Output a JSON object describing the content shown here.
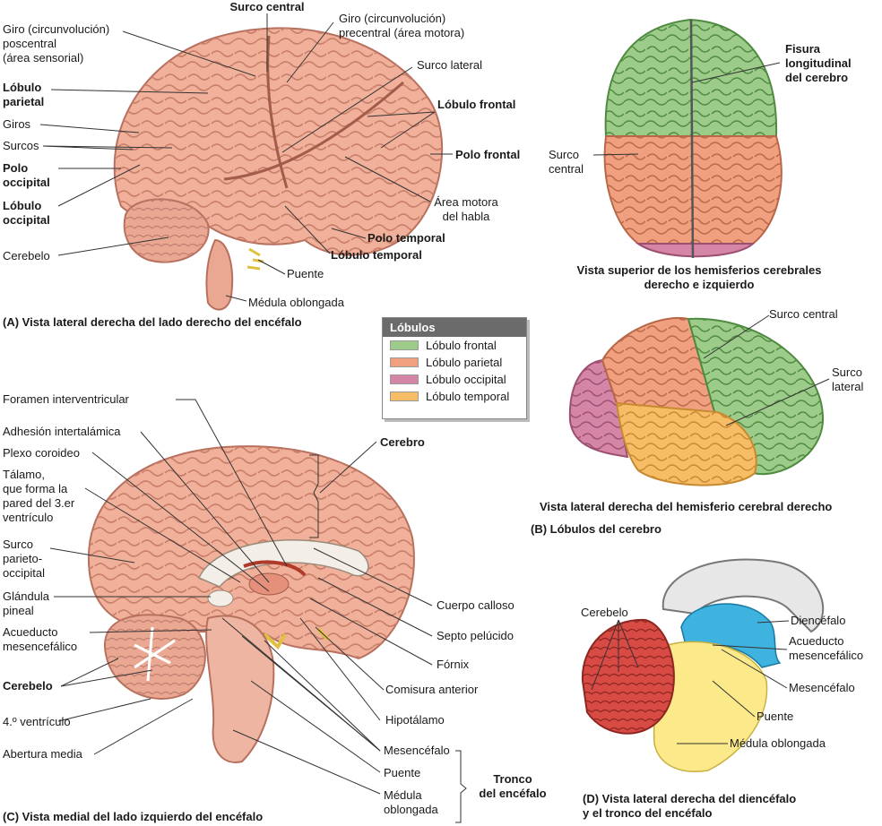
{
  "panel_a": {
    "caption": "(A) Vista lateral derecha del lado derecho del encéfalo",
    "labels": {
      "surco_central": "Surco central",
      "giro_poscentral": "Giro (circunvolución)\nposcentral\n(área sensorial)",
      "giro_precentral": "Giro (circunvolución)\nprecentral (área motora)",
      "surco_lateral": "Surco lateral",
      "lobulo_parietal": "Lóbulo\nparietal",
      "giros": "Giros",
      "surcos": "Surcos",
      "polo_occipital": "Polo\noccipital",
      "lobulo_occipital": "Lóbulo\noccipital",
      "cerebelo": "Cerebelo",
      "lobulo_frontal": "Lóbulo frontal",
      "polo_frontal": "Polo frontal",
      "area_motora_habla": "Área motora\ndel habla",
      "polo_temporal": "Polo temporal",
      "lobulo_temporal": "Lóbulo temporal",
      "puente": "Puente",
      "medula": "Médula oblongada"
    }
  },
  "panel_b": {
    "caption": "(B) Lóbulos del cerebro",
    "superior_caption": "Vista superior de los hemisferios cerebrales\nderecho e izquierdo",
    "lateral_caption": "Vista lateral derecha del hemisferio cerebral derecho",
    "labels": {
      "fisura": "Fisura\nlongitudinal\ndel cerebro",
      "surco_central_sup": "Surco\ncentral",
      "surco_central_lat": "Surco central",
      "surco_lateral": "Surco\nlateral"
    }
  },
  "legend": {
    "title": "Lóbulos",
    "items": [
      {
        "label": "Lóbulo frontal",
        "color": "#9ccb8a"
      },
      {
        "label": "Lóbulo parietal",
        "color": "#f0a07e"
      },
      {
        "label": "Lóbulo occipital",
        "color": "#d586a6"
      },
      {
        "label": "Lóbulo temporal",
        "color": "#f7bc66"
      }
    ]
  },
  "panel_c": {
    "caption": "(C) Vista medial del lado izquierdo del encéfalo",
    "labels": {
      "foramen": "Foramen interventricular",
      "adhesion": "Adhesión intertalámica",
      "plexo": "Plexo coroideo",
      "talamo": "Tálamo,\nque forma la\npared del 3.er\nventrículo",
      "surco_po": "Surco\nparieto-\noccipital",
      "glandula": "Glándula\npineal",
      "acueducto": "Acueducto\nmesencefálico",
      "cerebelo": "Cerebelo",
      "ventriculo4": "4.º ventrículo",
      "abertura": "Abertura media",
      "cerebro": "Cerebro",
      "cuerpo_calloso": "Cuerpo calloso",
      "septo": "Septo pelúcido",
      "fornix": "Fórnix",
      "comisura": "Comisura anterior",
      "hipotalamo": "Hipotálamo",
      "mesencefalo": "Mesencéfalo",
      "puente": "Puente",
      "medula": "Médula\noblongada",
      "tronco": "Tronco\ndel encéfalo"
    }
  },
  "panel_d": {
    "caption": "(D) Vista lateral derecha del diencéfalo\ny el tronco del encéfalo",
    "labels": {
      "cerebelo": "Cerebelo",
      "diencefalo": "Diencéfalo",
      "acueducto": "Acueducto\nmesencefálico",
      "mesencefalo": "Mesencéfalo",
      "puente": "Puente",
      "medula": "Médula oblongada"
    }
  },
  "colors": {
    "brain": "#f1b09a",
    "brain_stroke": "#b8705e",
    "frontal": "#9ccb8a",
    "parietal": "#f0a07e",
    "occipital": "#d586a6",
    "temporal": "#f7bc66",
    "diencefalo": "#3fb3e0",
    "tronco": "#fbe98a",
    "cerebelo_d": "#d84a44"
  }
}
